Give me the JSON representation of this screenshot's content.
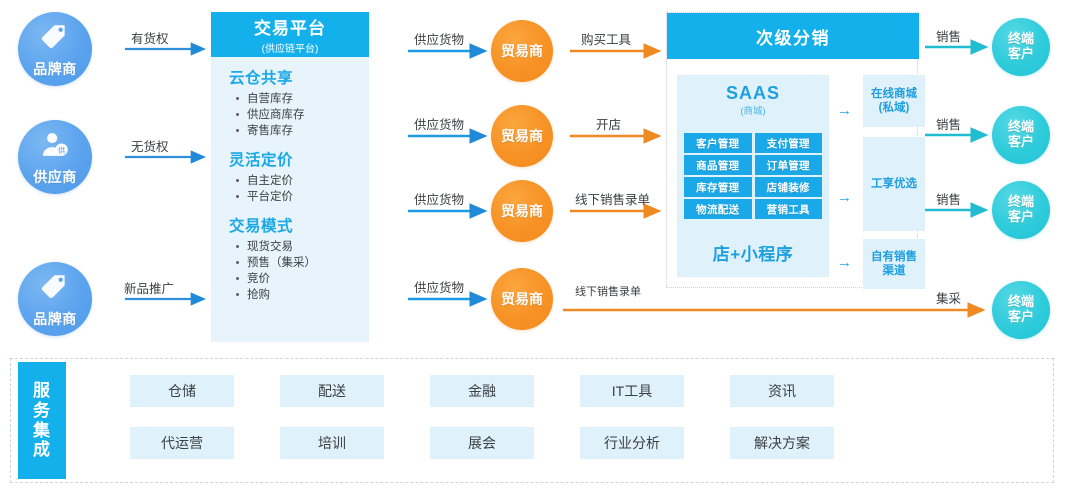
{
  "colors": {
    "brand_blue": "#13b0ec",
    "panel_light": "#e7f4fb",
    "tag_light": "#dff1fb",
    "orange": "#f79224",
    "cyan": "#2ecbdb",
    "actor_blue": "#5ba3ee"
  },
  "actors": [
    {
      "label": "品牌商",
      "icon": "tag-icon",
      "arrow_label": "有货权"
    },
    {
      "label": "供应商",
      "icon": "supplier-person-icon",
      "arrow_label": "无货权"
    },
    {
      "label": "品牌商",
      "icon": "tag-icon",
      "arrow_label": "新品推广"
    }
  ],
  "platform": {
    "title": "交易平台",
    "subtitle": "(供应链平台)",
    "groups": [
      {
        "heading": "云仓共享",
        "items": [
          "自营库存",
          "供应商库存",
          "寄售库存"
        ]
      },
      {
        "heading": "灵活定价",
        "items": [
          "自主定价",
          "平台定价"
        ]
      },
      {
        "heading": "交易模式",
        "items": [
          "现货交易",
          "预售（集采）",
          "竞价",
          "抢购"
        ]
      }
    ]
  },
  "traders": [
    {
      "label": "贸易商",
      "in_label": "供应货物",
      "out_label": "购买工具"
    },
    {
      "label": "贸易商",
      "in_label": "供应货物",
      "out_label": "开店"
    },
    {
      "label": "贸易商",
      "in_label": "供应货物",
      "out_label": "线下销售录单"
    },
    {
      "label": "贸易商",
      "in_label": "供应货物",
      "out_label": "线下销售录单"
    }
  ],
  "secondary_distribution": {
    "title": "次级分销",
    "saas": {
      "title": "SAAS",
      "subtitle": "(商城)",
      "tags": [
        "客户管理",
        "支付管理",
        "商品管理",
        "订单管理",
        "库存管理",
        "店铺装修",
        "物流配送",
        "营销工具"
      ]
    },
    "mini_program": "店+小程序",
    "channels": [
      {
        "line1": "在线商城",
        "line2": "(私域)"
      },
      {
        "line1": "工享优选",
        "line2": ""
      },
      {
        "line1": "自有销售",
        "line2": "渠道"
      }
    ]
  },
  "end_customers": [
    {
      "line1": "终端",
      "line2": "客户",
      "arrow_label": "销售"
    },
    {
      "line1": "终端",
      "line2": "客户",
      "arrow_label": "销售"
    },
    {
      "line1": "终端",
      "line2": "客户",
      "arrow_label": "销售"
    },
    {
      "line1": "终端",
      "line2": "客户",
      "arrow_label": "集采"
    }
  ],
  "service_integration": {
    "label": "服务集成",
    "tags": [
      "仓储",
      "配送",
      "金融",
      "IT工具",
      "资讯",
      "代运营",
      "培训",
      "展会",
      "行业分析",
      "解决方案"
    ]
  }
}
